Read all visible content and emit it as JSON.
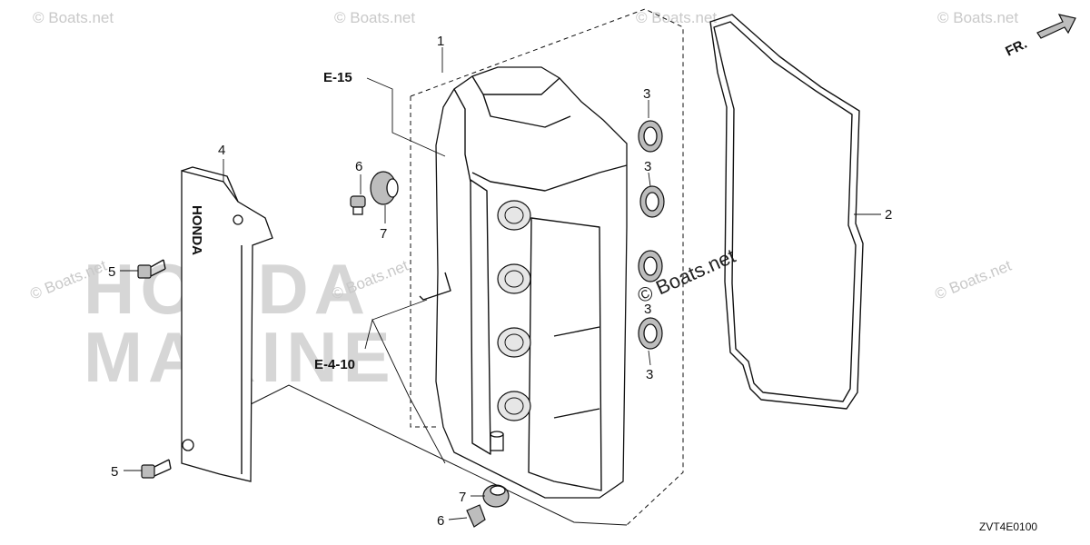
{
  "watermark": {
    "small_text": "© Boats.net",
    "large_text": "© Boats.net"
  },
  "background_brand": {
    "line1": "HONDA",
    "line2": "MARINE"
  },
  "cover_logo": "HONDA",
  "direction_indicator": "FR.",
  "references": {
    "ref_top": "E-15",
    "ref_left": "E-4-10"
  },
  "callouts": {
    "c1": "1",
    "c2": "2",
    "c3a": "3",
    "c3b": "3",
    "c3c": "3",
    "c3d": "3",
    "c4": "4",
    "c5a": "5",
    "c5b": "5",
    "c6a": "6",
    "c6b": "6",
    "c7a": "7",
    "c7b": "7"
  },
  "diagram_code": "ZVT4E0100"
}
